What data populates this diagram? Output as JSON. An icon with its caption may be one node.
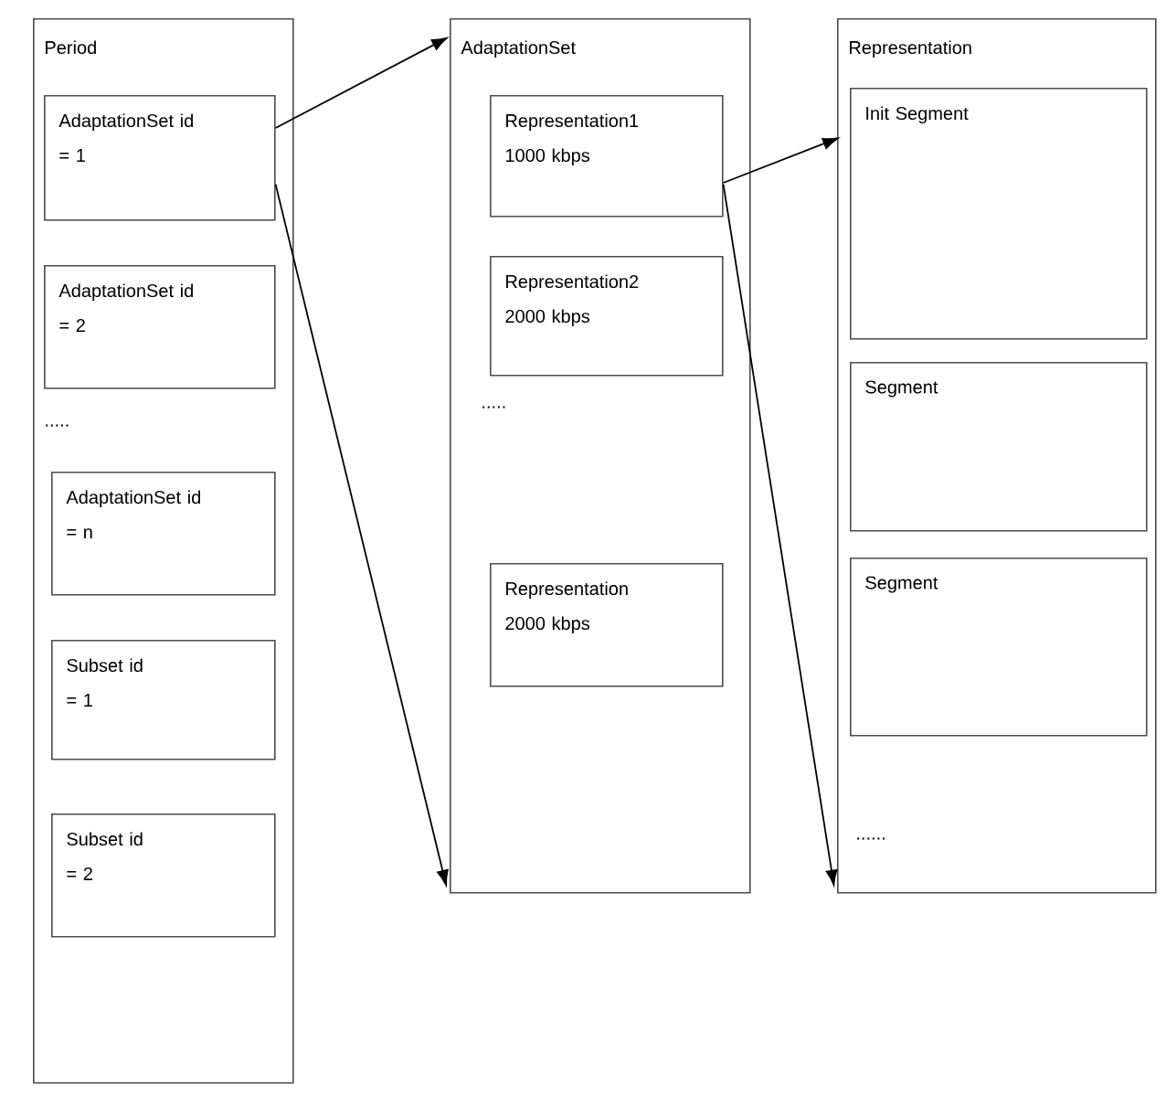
{
  "diagram": {
    "nodes": [
      {
        "text": [
          "Period"
        ]
      },
      {
        "text": [
          "AdaptationSet id = 1"
        ],
        "in": 0
      },
      {
        "text": [
          "AdaptationSet id = 2"
        ],
        "in": 0
      },
      {
        "text": [
          "AdaptationSet id = n"
        ],
        "in": 0
      },
      {
        "text": [
          "Subset id = 1"
        ],
        "in": 0
      },
      {
        "text": [
          "Subset id = 2"
        ],
        "in": 0
      },
      {
        "text": [
          "AdaptationSet"
        ]
      },
      {
        "text": [
          "Representation1 1000 kbps"
        ],
        "in": 6
      },
      {
        "text": [
          "Representation2 2000 kbps"
        ],
        "in": 6
      },
      {
        "text": [
          "Representation 2000 kbps"
        ],
        "in": 6
      },
      {
        "text": [
          "Representation"
        ]
      },
      {
        "text": [
          "Init Segment"
        ],
        "in": 10
      },
      {
        "text": [
          "Segment"
        ],
        "in": 10
      },
      {
        "text": [
          "Segment"
        ],
        "in": 10
      }
    ],
    "edges": [
      {
        "from": 1,
        "to": 6,
        "arrow": "to"
      },
      {
        "from": 1,
        "to": 6,
        "arrow": "to"
      },
      {
        "from": 7,
        "to": 10,
        "arrow": "to"
      },
      {
        "from": 7,
        "to": 10,
        "arrow": "to"
      }
    ],
    "labels": [
      ".....",
      ".....",
      "......"
    ]
  }
}
